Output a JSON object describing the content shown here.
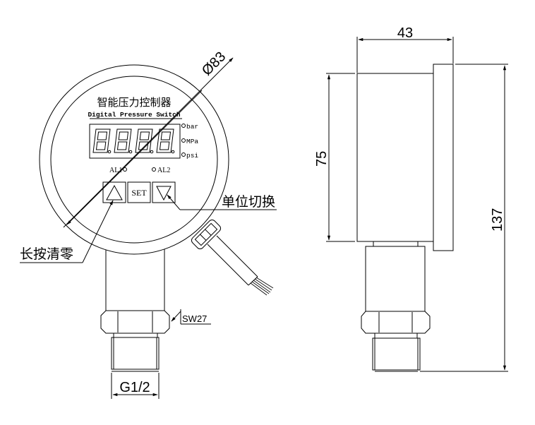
{
  "drawing": {
    "front_view": {
      "title_cn": "智能压力控制器",
      "title_en": "Digital Pressure Switch",
      "display_digits": "8.8.8.8.",
      "digit_chars": [
        "8",
        "8",
        "8",
        "8"
      ],
      "units": [
        "bar",
        "MPa",
        "psi"
      ],
      "alarms": [
        "AL1",
        "AL2"
      ],
      "buttons": {
        "up": "up-arrow",
        "set": "SET",
        "down": "down-arrow"
      },
      "annotations": {
        "diameter": "Ø83",
        "long_press_zero": "长按清零",
        "unit_switch": "单位切换",
        "hex_size": "SW27",
        "thread": "G1/2"
      }
    },
    "side_view": {
      "dimensions": {
        "depth": "43",
        "housing_height": "75",
        "total_height": "137"
      }
    }
  }
}
